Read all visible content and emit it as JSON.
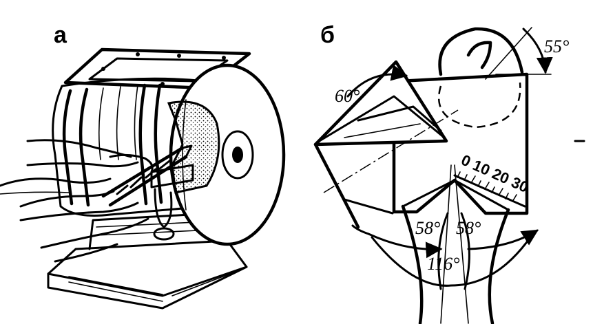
{
  "panels": {
    "left": {
      "label": "а"
    },
    "right": {
      "label": "б"
    }
  },
  "angles": {
    "clearance": "55°",
    "chisel": "60°",
    "half_left": "58°",
    "half_right": "58°",
    "point": "116°"
  },
  "scale": {
    "text": "0 10 20 30"
  }
}
